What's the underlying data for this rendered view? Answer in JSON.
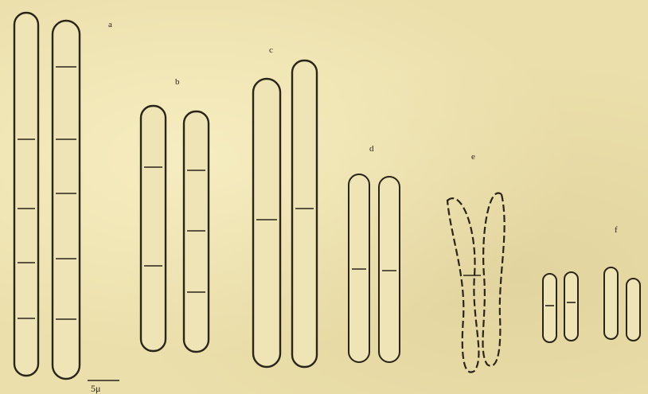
{
  "figure": {
    "panel_labels": [
      "a",
      "b",
      "c",
      "d",
      "e",
      "f"
    ],
    "scale_bar_label": "5μ"
  }
}
